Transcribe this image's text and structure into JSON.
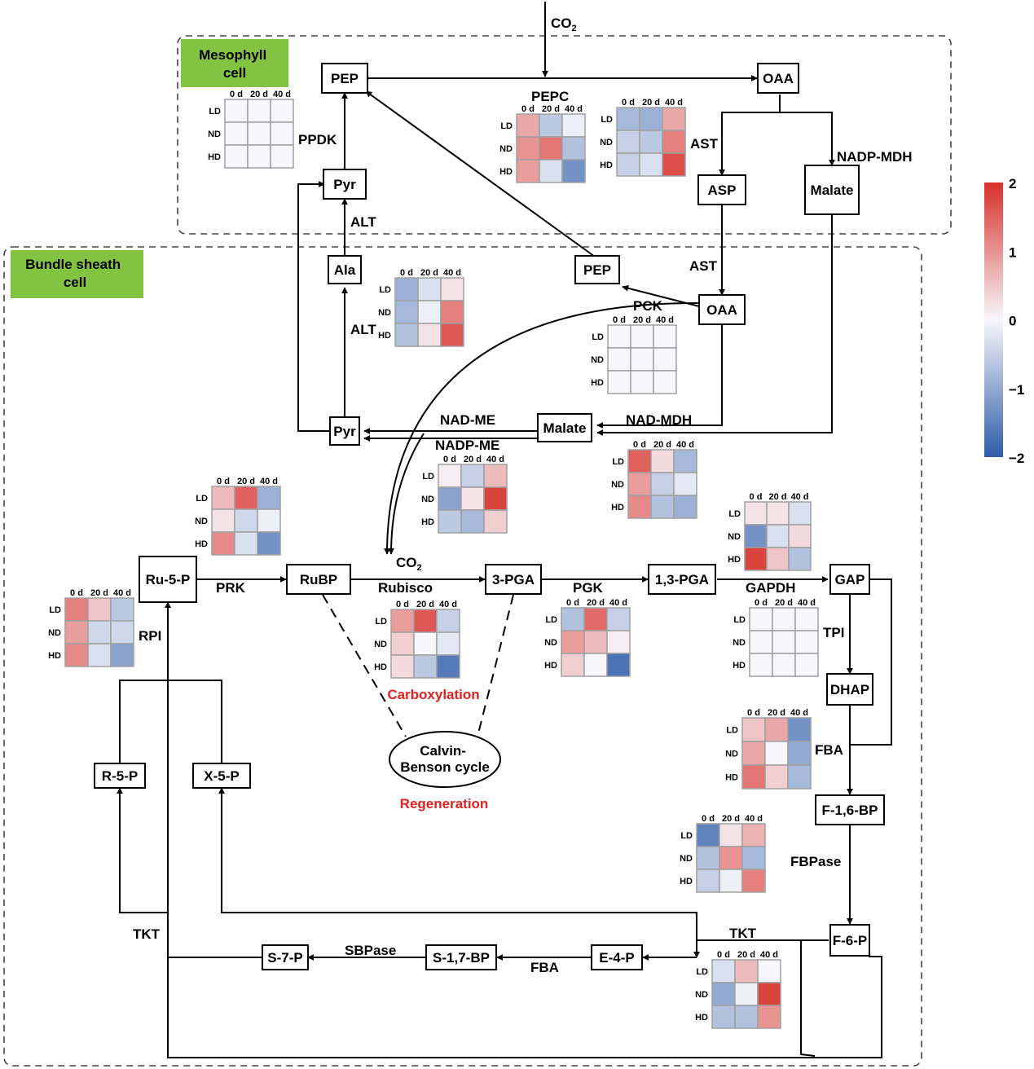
{
  "cells": {
    "mesophyll": "Mesophyll\ncell",
    "bundle_sheath": "Bundle sheath\ncell"
  },
  "co2": {
    "text": "CO",
    "sub": "2"
  },
  "metabolites": {
    "pep_m": "PEP",
    "oaa_m": "OAA",
    "pyr_m": "Pyr",
    "asp": "ASP",
    "malate_m": "Malate",
    "ala": "Ala",
    "pep_b": "PEP",
    "oaa_b": "OAA",
    "pyr_b": "Pyr",
    "malate_b": "Malate",
    "ru5p": "Ru-5-P",
    "rubp": "RuBP",
    "pga3": "3-PGA",
    "pga13": "1,3-PGA",
    "gap": "GAP",
    "dhap": "DHAP",
    "f16bp": "F-1,6-BP",
    "f6p": "F-6-P",
    "r5p": "R-5-P",
    "x5p": "X-5-P",
    "s7p": "S-7-P",
    "s17bp": "S-1,7-BP",
    "e4p": "E-4-P"
  },
  "enzymes": {
    "ppdk": "PPDK",
    "pepc": "PEPC",
    "ast1": "AST",
    "nadp_mdh": "NADP-MDH",
    "alt1": "ALT",
    "ast2": "AST",
    "pck": "PCK",
    "alt2": "ALT",
    "nad_me": "NAD-ME",
    "nadp_me": "NADP-ME",
    "nad_mdh": "NAD-MDH",
    "prk": "PRK",
    "rubisco": "Rubisco",
    "pgk": "PGK",
    "gapdh": "GAPDH",
    "rpi": "RPI",
    "tpi": "TPI",
    "fba1": "FBA",
    "fbpase": "FBPase",
    "tkt1": "TKT",
    "tkt2": "TKT",
    "sbpase": "SBPase",
    "fba2": "FBA"
  },
  "cycle": {
    "calvin_line1": "Calvin-",
    "calvin_line2": "Benson cycle",
    "carboxylation": "Carboxylation",
    "regeneration": "Regeneration"
  },
  "heatmap_axes": {
    "cols": [
      "0 d",
      "20 d",
      "40 d"
    ],
    "rows": [
      "LD",
      "ND",
      "HD"
    ]
  },
  "colorbar": {
    "ticks": [
      "2",
      "1",
      "0",
      "−1",
      "−2"
    ],
    "max": 2,
    "min": -2,
    "colors": [
      "#2e5ca8",
      "#f7f7fb",
      "#d7302a"
    ]
  },
  "colors": {
    "cell_label_bg": "#82c341",
    "highlight": "#e02020"
  },
  "heatmaps": [
    {
      "enzyme": "PPDK",
      "values": [
        [
          0,
          0,
          0
        ],
        [
          0,
          0,
          0
        ],
        [
          0,
          0,
          0
        ]
      ]
    },
    {
      "enzyme": "PEPC",
      "values": [
        [
          0.8,
          -0.6,
          -0.1
        ],
        [
          1,
          1.3,
          -0.7
        ],
        [
          0.9,
          -0.3,
          -1.3
        ]
      ]
    },
    {
      "enzyme": "AST",
      "values": [
        [
          -0.8,
          -0.9,
          0.8
        ],
        [
          -0.5,
          -0.6,
          1.2
        ],
        [
          -0.5,
          -0.3,
          1.7
        ]
      ]
    },
    {
      "enzyme": "ALT",
      "values": [
        [
          -0.9,
          -0.3,
          0.2
        ],
        [
          -0.8,
          -0.1,
          1.2
        ],
        [
          -0.7,
          0.2,
          1.6
        ]
      ]
    },
    {
      "enzyme": "PCK",
      "values": [
        [
          0,
          0,
          0
        ],
        [
          0,
          0,
          0
        ],
        [
          0,
          0,
          0
        ]
      ]
    },
    {
      "enzyme": "NAD-MDH",
      "values": [
        [
          1.5,
          0.3,
          -0.8
        ],
        [
          0.9,
          -0.5,
          -0.2
        ],
        [
          1.1,
          -0.7,
          -0.9
        ]
      ]
    },
    {
      "enzyme": "NADP-ME",
      "values": [
        [
          0.1,
          -0.5,
          0.6
        ],
        [
          -1.1,
          0.2,
          1.8
        ],
        [
          -0.6,
          -0.8,
          0.4
        ]
      ]
    },
    {
      "enzyme": "PRK",
      "values": [
        [
          0.6,
          1.5,
          -0.9
        ],
        [
          0.2,
          -0.4,
          -0.1
        ],
        [
          1.1,
          -0.3,
          -1.3
        ]
      ]
    },
    {
      "enzyme": "GAPDH",
      "values": [
        [
          0.2,
          0.2,
          -0.3
        ],
        [
          -1.3,
          -0.3,
          0.3
        ],
        [
          1.8,
          0.5,
          -0.7
        ]
      ]
    },
    {
      "enzyme": "RPI",
      "values": [
        [
          1.2,
          0.5,
          -0.6
        ],
        [
          0.9,
          -0.4,
          -0.4
        ],
        [
          1.1,
          -0.3,
          -1.1
        ]
      ]
    },
    {
      "enzyme": "Rubisco",
      "values": [
        [
          0.9,
          1.6,
          -0.5
        ],
        [
          0.4,
          0,
          -0.2
        ],
        [
          0.3,
          -0.6,
          -1.6
        ]
      ]
    },
    {
      "enzyme": "PGK",
      "values": [
        [
          -0.7,
          1.4,
          -0.5
        ],
        [
          0.9,
          0.6,
          0.1
        ],
        [
          0.4,
          0,
          -1.7
        ]
      ]
    },
    {
      "enzyme": "TPI",
      "values": [
        [
          0,
          0,
          0
        ],
        [
          0,
          0,
          0
        ],
        [
          0,
          0,
          0
        ]
      ]
    },
    {
      "enzyme": "FBA",
      "values": [
        [
          0.5,
          0.8,
          -1.3
        ],
        [
          0.8,
          0,
          -1
        ],
        [
          1.3,
          0.4,
          -0.8
        ]
      ]
    },
    {
      "enzyme": "FBPase",
      "values": [
        [
          -1.5,
          0.2,
          0.7
        ],
        [
          -0.7,
          1,
          -0.8
        ],
        [
          -0.5,
          -0.1,
          1.2
        ]
      ]
    },
    {
      "enzyme": "TKT",
      "values": [
        [
          -0.3,
          0.6,
          0
        ],
        [
          -1,
          -0.1,
          1.8
        ],
        [
          -0.7,
          -0.7,
          1
        ]
      ]
    }
  ]
}
